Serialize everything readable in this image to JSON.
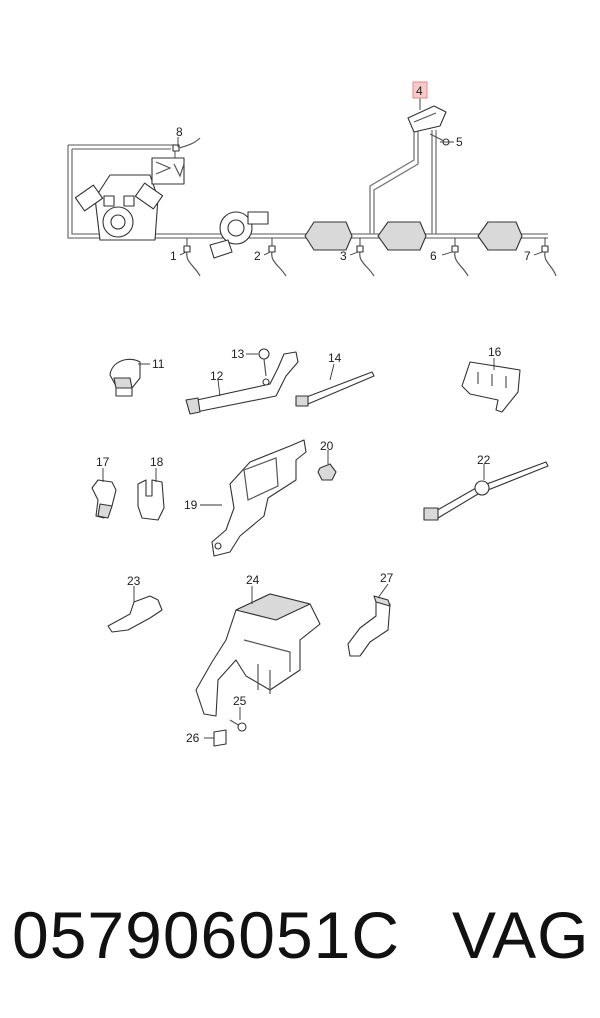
{
  "callouts": {
    "c1": "1",
    "c2": "2",
    "c3": "3",
    "c4": "4",
    "c5": "5",
    "c6": "6",
    "c7": "7",
    "c8": "8",
    "c11": "11",
    "c12": "12",
    "c13": "13",
    "c14": "14",
    "c16": "16",
    "c17": "17",
    "c18": "18",
    "c19": "19",
    "c20": "20",
    "c22": "22",
    "c23": "23",
    "c24": "24",
    "c25": "25",
    "c26": "26",
    "c27": "27"
  },
  "highlighted_callout": "4",
  "highlight_color": "#f7c9c9",
  "footer": {
    "part_number": "057906051C",
    "brand": "VAG"
  }
}
